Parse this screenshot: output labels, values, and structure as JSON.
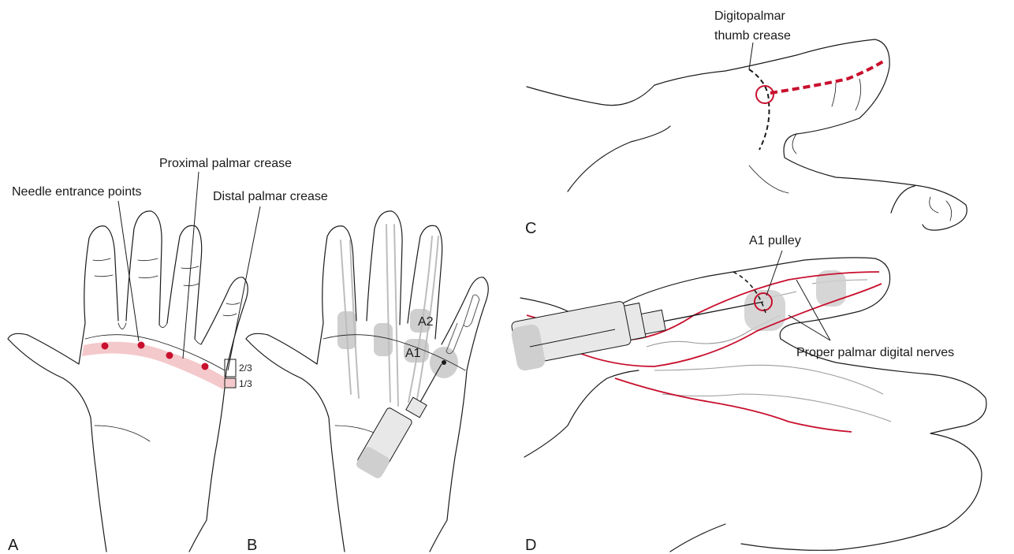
{
  "colors": {
    "accent": "#c8102e",
    "band": "#f4c9cc",
    "shade": "#cfcfcf",
    "ink": "#1a1a1a"
  },
  "panels": {
    "a": {
      "letter": "A",
      "labels": {
        "needle_entrance": "Needle entrance points",
        "proximal_crease": "Proximal palmar crease",
        "distal_crease": "Distal palmar crease",
        "two_thirds": "2/3",
        "one_third": "1/3"
      }
    },
    "b": {
      "letter": "B",
      "labels": {
        "a2": "A2",
        "a1": "A1"
      }
    },
    "c": {
      "letter": "C",
      "labels": {
        "crease_line1": "Digitopalmar",
        "crease_line2": "thumb crease"
      }
    },
    "d": {
      "letter": "D",
      "labels": {
        "a1_pulley": "A1 pulley",
        "nerves": "Proper palmar digital nerves"
      }
    }
  }
}
